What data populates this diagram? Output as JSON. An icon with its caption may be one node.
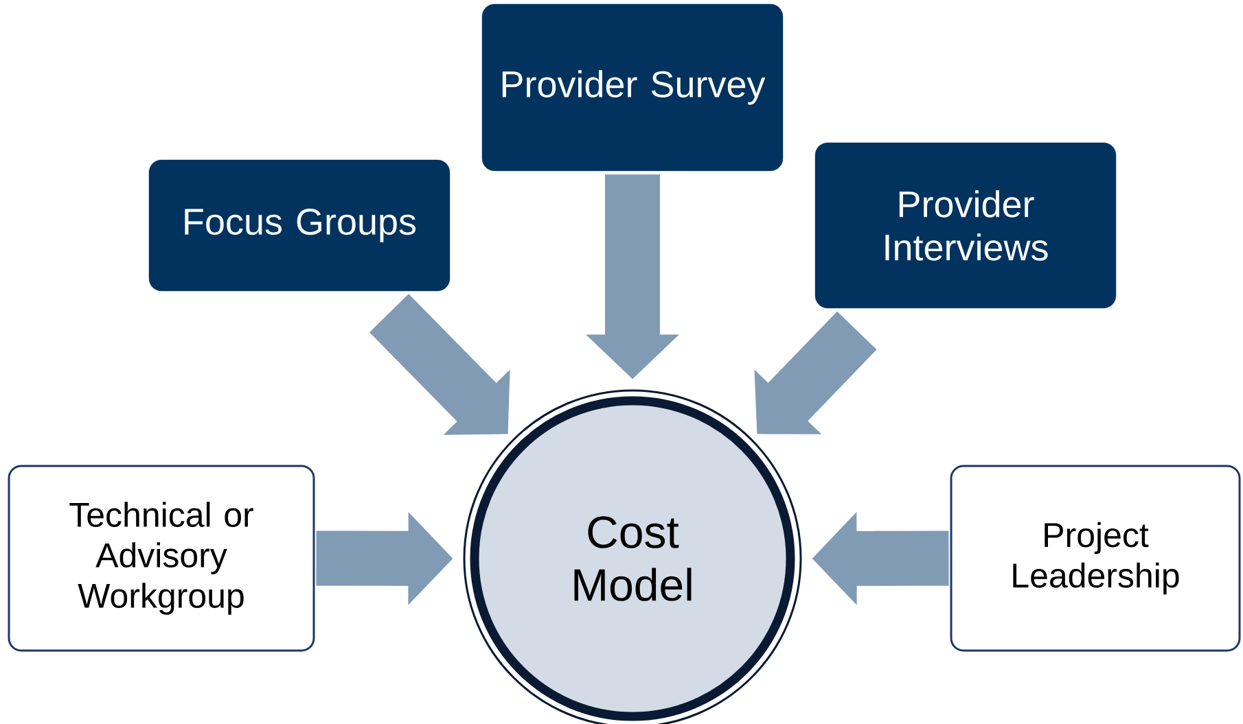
{
  "diagram": {
    "nodes": [
      {
        "text": [
          "Provider Survey"
        ]
      },
      {
        "text": [
          "Focus Groups"
        ]
      },
      {
        "text": [
          "Provider Interviews"
        ]
      },
      {
        "text": [
          "Technical or Advisory Workgroup"
        ]
      },
      {
        "text": [
          "Cost Model"
        ]
      },
      {
        "text": [
          "Project Leadership"
        ]
      }
    ],
    "edges": [
      {
        "from": 0,
        "to": 4,
        "arrow": "to"
      },
      {
        "from": 1,
        "to": 4,
        "arrow": "to"
      },
      {
        "from": 2,
        "to": 4,
        "arrow": "to"
      },
      {
        "from": 3,
        "to": 4,
        "arrow": "to"
      },
      {
        "from": 5,
        "to": 4,
        "arrow": "to"
      }
    ]
  }
}
